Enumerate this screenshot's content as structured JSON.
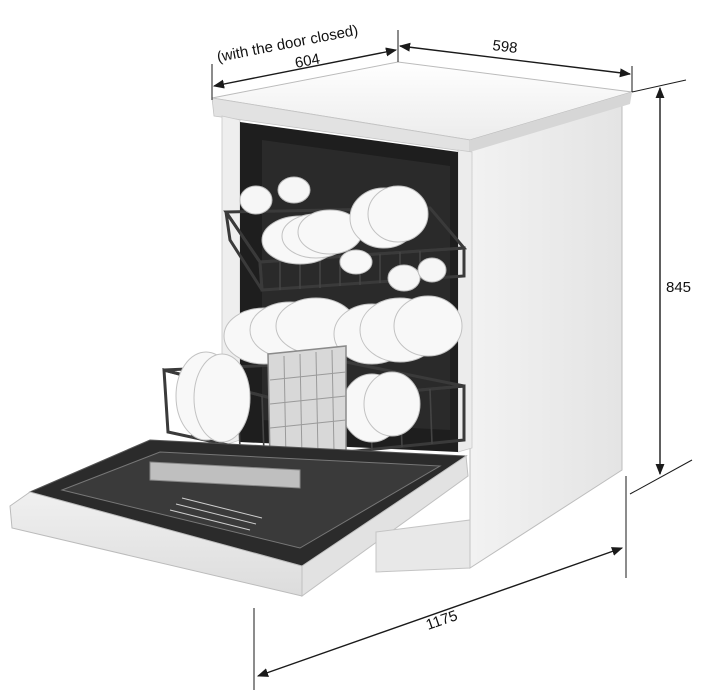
{
  "dimensions": {
    "depth_door_closed": {
      "note": "(with the door closed)",
      "value": "604"
    },
    "width": {
      "value": "598"
    },
    "height": {
      "value": "845"
    },
    "depth_door_open": {
      "value": "1175"
    }
  },
  "colors": {
    "line": "#1a1a1a",
    "appliance_body": "#f4f4f4",
    "appliance_shadow": "#d9d9d9",
    "interior": "#1e1e1e",
    "dishes": "#f7f7f7"
  }
}
